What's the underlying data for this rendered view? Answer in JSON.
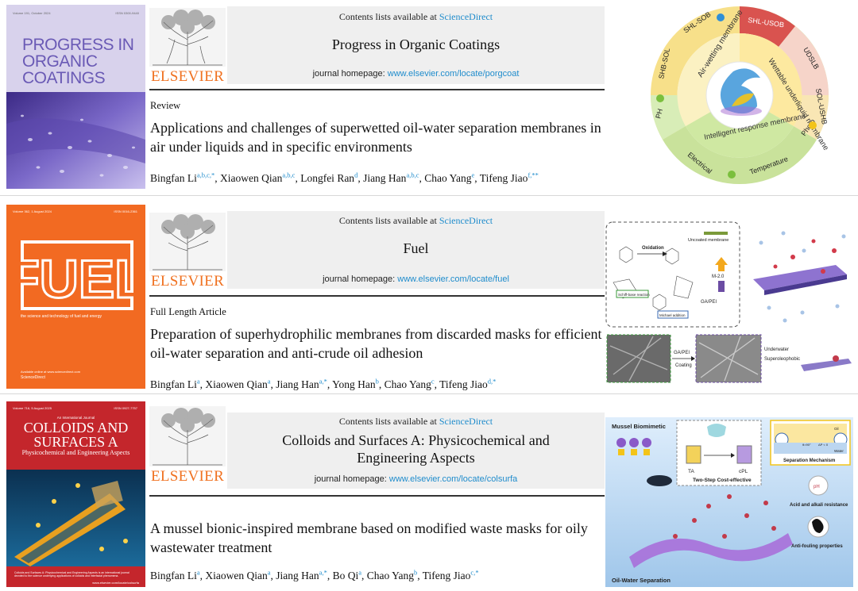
{
  "articles": [
    {
      "cover": {
        "top_left": "Volume 191, October 2024",
        "top_right": "ISSN 0300-9440",
        "title": "PROGRESS IN ORGANIC COATINGS"
      },
      "publisher": "ELSEVIER",
      "contents_prefix": "Contents lists available at ",
      "contents_link": "ScienceDirect",
      "journal": "Progress in Organic Coatings",
      "homepage_prefix": "journal homepage: ",
      "homepage_url": "www.elsevier.com/locate/porgcoat",
      "article_type": "Review",
      "title": "Applications and challenges of superwetted oil-water separation membranes in air under liquids and in specific environments",
      "authors": [
        {
          "name": "Bingfan Li",
          "aff": "a,b,c,*"
        },
        {
          "name": "Xiaowen Qian",
          "aff": "a,b,c"
        },
        {
          "name": "Longfei Ran",
          "aff": "d"
        },
        {
          "name": "Jiang Han",
          "aff": "a,b,c"
        },
        {
          "name": "Chao Yang",
          "aff": "e"
        },
        {
          "name": "Tifeng Jiao",
          "aff": "f,**"
        }
      ]
    },
    {
      "cover": {
        "top_left": "Volume 362, 1 August 2024",
        "top_right": "ISSN 0016-2361",
        "title": "FUEL",
        "subtitle": "the science and technology of fuel and energy",
        "foot_note": "Available online at www.sciencedirect.com",
        "foot_brand": "ScienceDirect"
      },
      "publisher": "ELSEVIER",
      "contents_prefix": "Contents lists available at ",
      "contents_link": "ScienceDirect",
      "journal": "Fuel",
      "homepage_prefix": "journal homepage: ",
      "homepage_url": "www.elsevier.com/locate/fuel",
      "article_type": "Full Length Article",
      "title": "Preparation of superhydrophilic membranes from discarded masks for efficient oil-water separation and anti-crude oil adhesion",
      "authors": [
        {
          "name": "Bingfan Li",
          "aff": "a"
        },
        {
          "name": "Xiaowen Qian",
          "aff": "a"
        },
        {
          "name": "Jiang Han",
          "aff": "a,*"
        },
        {
          "name": "Yong Han",
          "aff": "b"
        },
        {
          "name": "Chao Yang",
          "aff": "c"
        },
        {
          "name": "Tifeng Jiao",
          "aff": "d,*"
        }
      ]
    },
    {
      "cover": {
        "top_left": "Volume 716, 5 August 2025",
        "top_right": "ISSN 0927-7757",
        "intl": "An International Journal",
        "title": "COLLOIDS AND SURFACES A",
        "subtitle": "Physicochemical and Engineering Aspects",
        "foot_note": "Colloids and Surfaces A: Physicochemical and Engineering Aspects is an international journal devoted to the science underlying applications of colloids and interfacial phenomena.",
        "url": "www.elsevier.com/locate/colsurfa"
      },
      "publisher": "ELSEVIER",
      "contents_prefix": "Contents lists available at ",
      "contents_link": "ScienceDirect",
      "journal": "Colloids and Surfaces A: Physicochemical and Engineering Aspects",
      "homepage_prefix": "journal homepage: ",
      "homepage_url": "www.elsevier.com/locate/colsurfa",
      "article_type": "",
      "title": "A mussel bionic-inspired membrane based on modified waste masks for oily wastewater treatment",
      "authors": [
        {
          "name": "Bingfan Li",
          "aff": "a"
        },
        {
          "name": "Xiaowen Qian",
          "aff": "a"
        },
        {
          "name": "Jiang Han",
          "aff": "a,*"
        },
        {
          "name": "Bo Qi",
          "aff": "a"
        },
        {
          "name": "Chao Yang",
          "aff": "b"
        },
        {
          "name": "Tifeng Jiao",
          "aff": "c,*"
        }
      ]
    }
  ],
  "graphical_abstract_1": {
    "center_top": "Air-wetting membrane",
    "center_right": "Wettable underliquid membrane",
    "center_bottom": "Intelligent response membrane",
    "outer": [
      "SHL-SOB",
      "SHL-USOB",
      "UDSLB",
      "SOL-USHB",
      "Photo",
      "Temperature",
      "Electrical",
      "PH",
      "SHB-SOL"
    ],
    "colors": {
      "inner": "#fde9a0",
      "ring": "#cfe8a2",
      "red": "#d9534f",
      "yellow": "#f3c419",
      "green": "#7bbf3d"
    }
  },
  "graphical_abstract_2": {
    "oxidation": "Oxidation",
    "uncoated": "Uncoated membrane",
    "mmem": "M-2.0",
    "gapei": "GA/PEI",
    "schiff": "Schiff-base reaction",
    "michael": "Michael addition",
    "coating_top": "GA/PEI",
    "coating_bottom": "Coating",
    "underwater": "Underwater",
    "superoleophobic": "Superoleophobic"
  },
  "graphical_abstract_3": {
    "mussel": "Mussel Biomimetic",
    "ta": "TA",
    "cpl": "cPL",
    "two_step": "Two-Step Cost-effective",
    "oil": "Oil",
    "water": "Water",
    "separation": "Separation Mechanism",
    "theta": "θ=90°",
    "delta_p": "ΔP < 0",
    "ph": "pH",
    "acid": "Acid and alkali resistance",
    "fouling": "Anti-fouling properties",
    "owsep": "Oil-Water Separation"
  }
}
